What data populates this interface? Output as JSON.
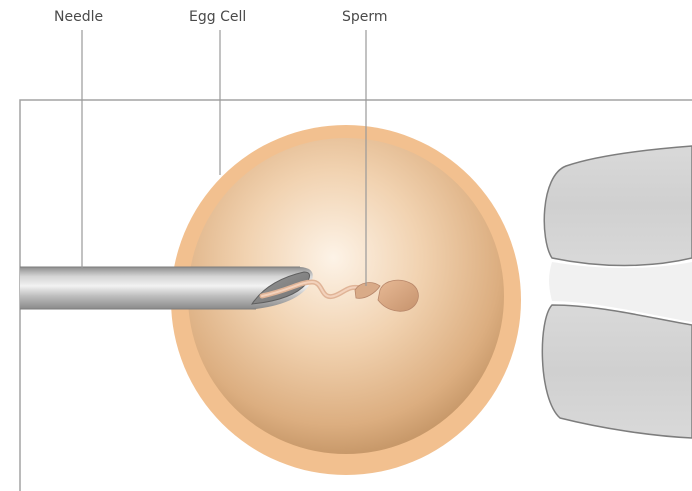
{
  "labels": {
    "needle": "Needle",
    "egg_cell": "Egg Cell",
    "sperm": "Sperm"
  },
  "colors": {
    "egg_outer": "#f2bf8e",
    "egg_inner_light": "#fdf1e3",
    "egg_inner_mid": "#ecc79f",
    "egg_inner_dark": "#c69a6b",
    "needle_light": "#e6e6e6",
    "needle_dark": "#8f8f8f",
    "sperm_head": "#d6a683",
    "sperm_tail": "#edc1a4",
    "pipette": "#d6d6d6",
    "outline": "#7a7a7a",
    "leader_line": "#9a9a9a"
  }
}
